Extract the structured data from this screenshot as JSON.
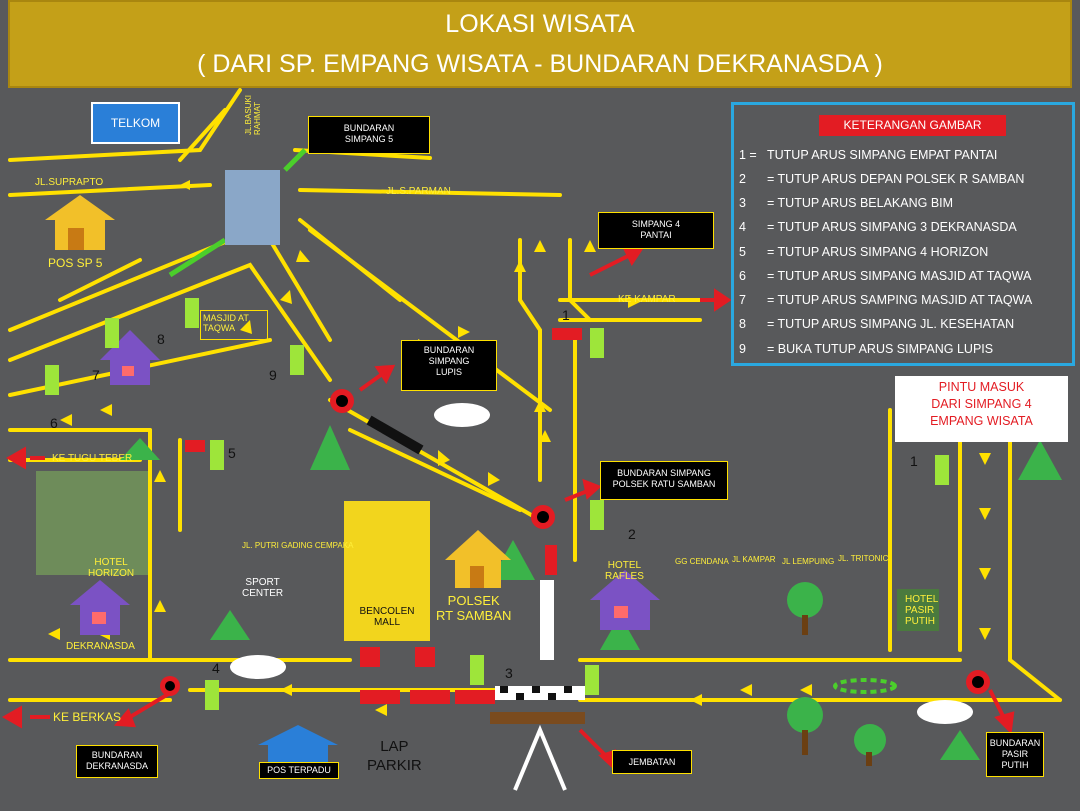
{
  "title": {
    "line1": "LOKASI WISATA",
    "line2": "( DARI SP. EMPANG WISATA - BUNDARAN DEKRANASDA )"
  },
  "places": {
    "telkom": "TELKOM",
    "bundaran_simpang5": "BUNDARAN\nSIMPANG 5",
    "jl_basuki": "JL.BASUKI\nRAHMAT",
    "jl_suprapto": "JL.SUPRAPTO",
    "jl_sparman": "JL.S.PARMAN",
    "pos_sp5": "POS SP 5",
    "simpang4_pantai": "SIMPANG 4\nPANTAI",
    "ke_kampar": "KE KAMPAR",
    "masjid": "MASJID AT\nTAQWA",
    "bundaran_lupis": "BUNDARAN\nSIMPANG\nLUPIS",
    "ke_tugu": "KE TUGU TEBER",
    "hotel_horizon": "HOTEL\nHORIZON",
    "bundaran_polsek": "BUNDARAN SIMPANG\nPOLSEK RATU SAMBAN",
    "jl_putri": "JL. PUTRI GADING CEMPAKA",
    "sport_center": "SPORT\nCENTER",
    "bencolen": "BENCOLEN\nMALL",
    "polsek": "POLSEK\nRT SAMBAN",
    "hotel_rafles": "HOTEL\nRAFLES",
    "gg_cendana": "GG CENDANA",
    "jl_kampar": "JL KAMPAR",
    "jl_lempuing": "JL LEMPUING",
    "jl_tritonic": "JL. TRITONIC",
    "hotel_pasir": "HOTEL\nPASIR\nPUTIH",
    "dekranasda": "DEKRANASDA",
    "ke_berkas": "KE BERKAS",
    "bundaran_dekranasda": "BUNDARAN\nDEKRANASDA",
    "pos_terpadu": "POS TERPADU",
    "lap_parkir": "LAP\nPARKIR",
    "jembatan": "JEMBATAN",
    "bundaran_pasir": "BUNDARAN\nPASIR\nPUTIH"
  },
  "pintu_masuk": "PINTU MASUK\nDARI SIMPANG 4\nEMPANG WISATA",
  "legend": {
    "title": "KETERANGAN GAMBAR",
    "items": [
      {
        "n": "1 =",
        "text": "TUTUP ARUS  SIMPANG  EMPAT  PANTAI"
      },
      {
        "n": "2",
        "text": "=  TUTUP ARUS DEPAN POLSEK R SAMBAN"
      },
      {
        "n": "3",
        "text": "=  TUTUP ARUS BELAKANG BIM"
      },
      {
        "n": "4",
        "text": "=  TUTUP ARUS SIMPANG 3 DEKRANASDA"
      },
      {
        "n": "5",
        "text": "=  TUTUP ARUS  SIMPANG 4  HORIZON"
      },
      {
        "n": "6",
        "text": "=  TUTUP ARUS SIMPANG MASJID AT TAQWA"
      },
      {
        "n": "7",
        "text": "=  TUTUP ARUS SAMPING MASJID AT TAQWA"
      },
      {
        "n": "8",
        "text": "=  TUTUP ARUS SIMPANG JL. KESEHATAN"
      },
      {
        "n": "9",
        "text": "=  BUKA TUTUP ARUS SIMPANG LUPIS"
      }
    ]
  },
  "point_numbers": [
    "1",
    "2",
    "3",
    "4",
    "5",
    "6",
    "7",
    "8",
    "9",
    "1"
  ],
  "colors": {
    "road": "#ffe100",
    "background": "#58595b",
    "header": "#c4a018",
    "barrier": "#e31c23",
    "legend_border": "#2aa8e0"
  }
}
